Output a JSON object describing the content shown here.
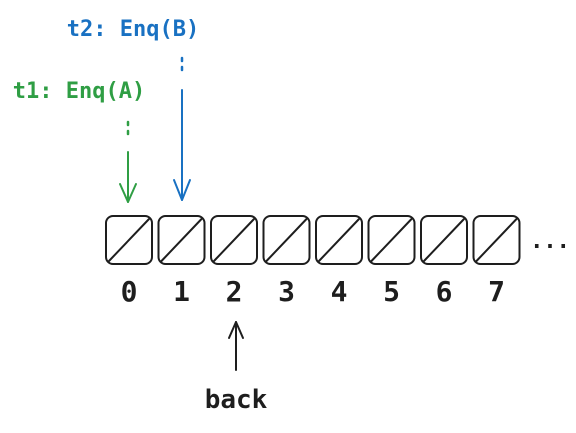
{
  "colors": {
    "t1": "#2f9e44",
    "t2": "#1971c2",
    "ink": "#1e1e1e"
  },
  "threads": [
    {
      "label": "t1: Enq(A)",
      "target_slot": 0,
      "color": "#2f9e44"
    },
    {
      "label": "t2: Enq(B)",
      "target_slot": 1,
      "color": "#1971c2"
    }
  ],
  "queue": {
    "slots": [
      "0",
      "1",
      "2",
      "3",
      "4",
      "5",
      "6",
      "7"
    ],
    "ellipsis": "...",
    "slot_state": "empty"
  },
  "back": {
    "label": "back",
    "slot": 2
  }
}
